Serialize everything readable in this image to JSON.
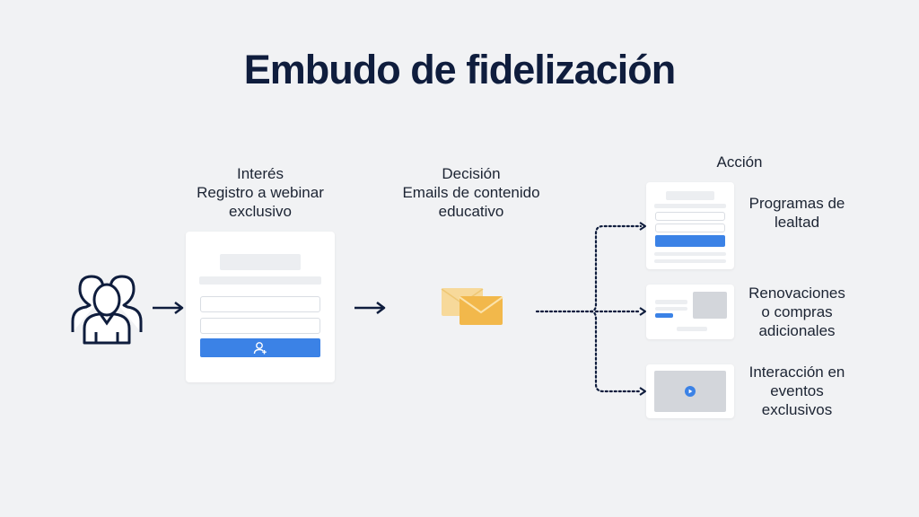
{
  "title": "Embudo de fidelización",
  "stages": [
    {
      "heading": "Interés",
      "lines": [
        "Registro a webinar",
        "exclusivo"
      ]
    },
    {
      "heading": "Decisión",
      "lines": [
        "Emails de contenido",
        "educativo"
      ]
    }
  ],
  "action": {
    "heading": "Acción",
    "items": [
      {
        "lines": [
          "Programas de",
          "lealtad"
        ]
      },
      {
        "lines": [
          "Renovaciones",
          "o compras",
          "adicionales"
        ]
      },
      {
        "lines": [
          "Interacción en",
          "eventos",
          "exclusivos"
        ]
      }
    ]
  },
  "colors": {
    "accent": "#3b82e6",
    "title": "#0f1d3d",
    "envelope": "#f2b84b",
    "background": "#f1f2f4"
  }
}
